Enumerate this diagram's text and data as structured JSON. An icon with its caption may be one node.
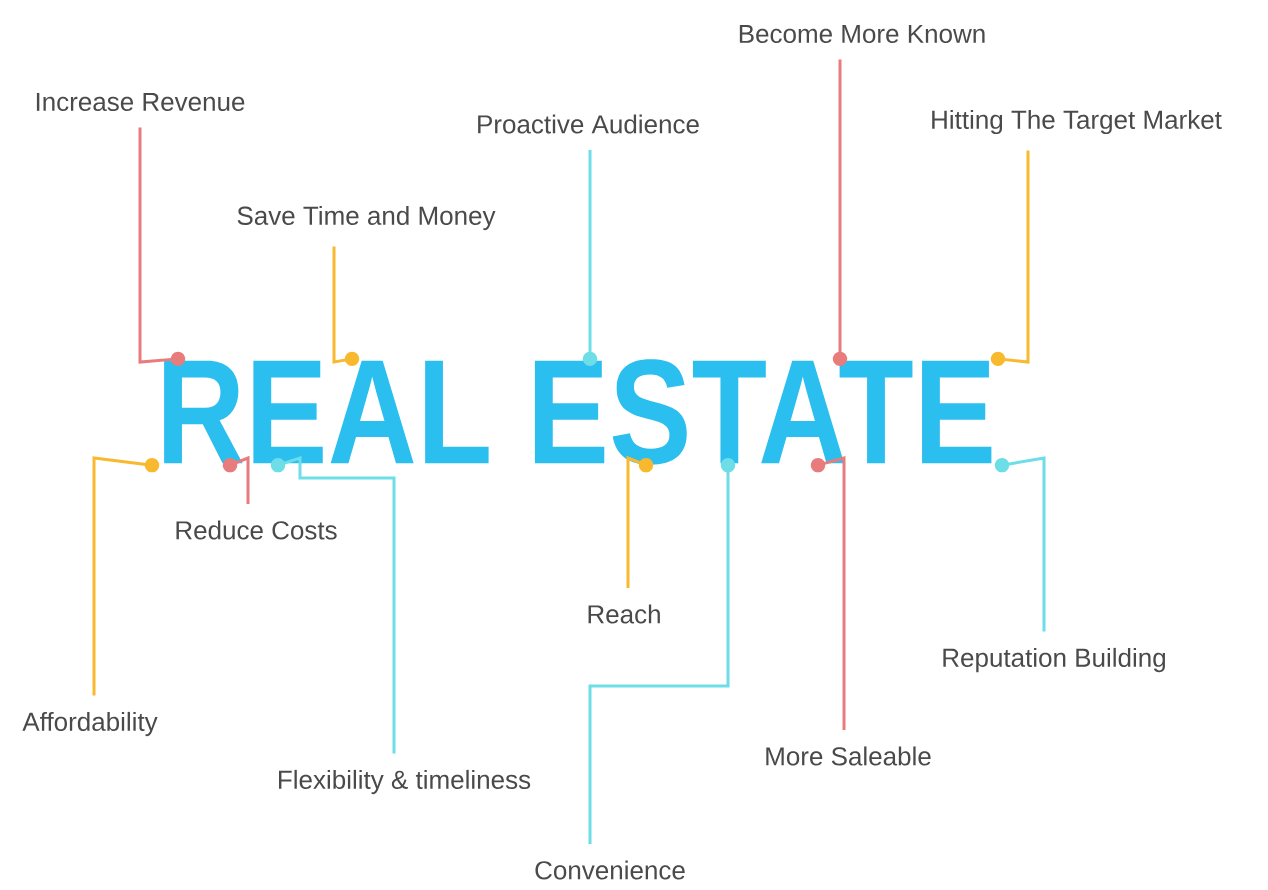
{
  "diagram": {
    "nodes": [
      {
        "text": [
          "REAL ESTATE"
        ]
      },
      {
        "text": [
          "Become More Known"
        ]
      },
      {
        "text": [
          "Increase Revenue"
        ]
      },
      {
        "text": [
          "Proactive Audience"
        ]
      },
      {
        "text": [
          "Hitting The Target Market"
        ]
      },
      {
        "text": [
          "Save Time and Money"
        ]
      },
      {
        "text": [
          "Reduce Costs"
        ]
      },
      {
        "text": [
          "Reach"
        ]
      },
      {
        "text": [
          "Reputation Building"
        ]
      },
      {
        "text": [
          "Affordability"
        ]
      },
      {
        "text": [
          "More Saleable"
        ]
      },
      {
        "text": [
          "Flexibility & timeliness"
        ]
      },
      {
        "text": [
          "Convenience"
        ]
      }
    ],
    "edges": [
      {
        "from": 1,
        "to": 0,
        "arrow": "other",
        "color": "#e87c7c"
      },
      {
        "from": 2,
        "to": 0,
        "arrow": "other",
        "color": "#e87c7c"
      },
      {
        "from": 3,
        "to": 0,
        "arrow": "other",
        "color": "#6ddde8"
      },
      {
        "from": 4,
        "to": 0,
        "arrow": "other",
        "color": "#f9b92e"
      },
      {
        "from": 5,
        "to": 0,
        "arrow": "other",
        "color": "#f9b92e"
      },
      {
        "from": 6,
        "to": 0,
        "arrow": "other",
        "color": "#e87c7c"
      },
      {
        "from": 7,
        "to": 0,
        "arrow": "other",
        "color": "#f9b92e"
      },
      {
        "from": 8,
        "to": 0,
        "arrow": "other",
        "color": "#6ddde8"
      },
      {
        "from": 9,
        "to": 0,
        "arrow": "other",
        "color": "#f9b92e"
      },
      {
        "from": 10,
        "to": 0,
        "arrow": "other",
        "color": "#e87c7c"
      },
      {
        "from": 11,
        "to": 0,
        "arrow": "other",
        "color": "#6ddde8"
      },
      {
        "from": 12,
        "to": 0,
        "arrow": "other",
        "color": "#6ddde8"
      }
    ]
  }
}
